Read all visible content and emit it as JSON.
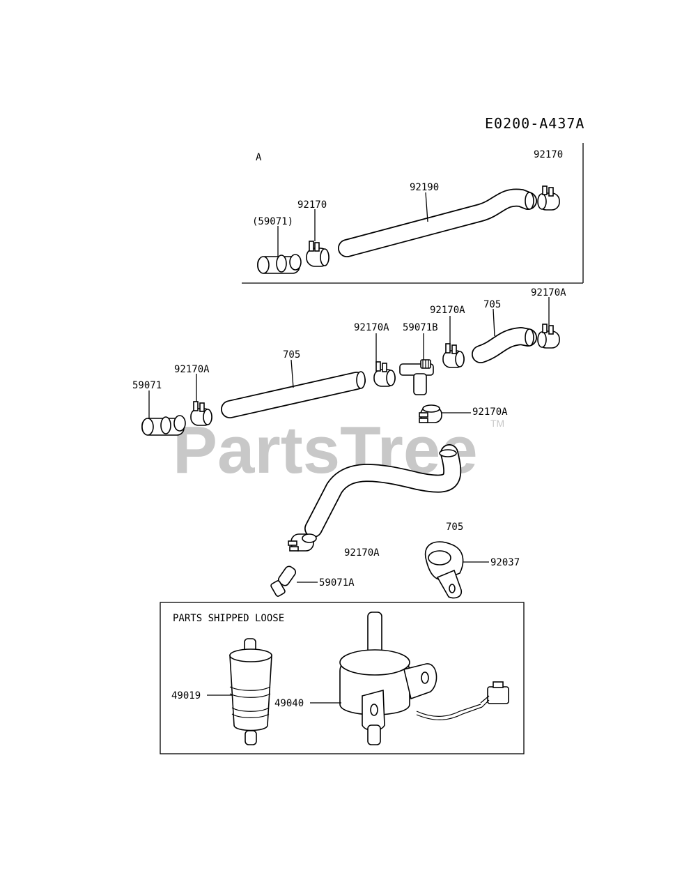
{
  "diagram": {
    "code": "E0200-A437A",
    "watermark": "PartsTree",
    "trademark": "TM",
    "section_a": {
      "label": "A",
      "parts": {
        "clamp_right": "92170",
        "hose": "92190",
        "clamp_left": "92170",
        "fitting": "(59071)"
      }
    },
    "main": {
      "clamp_top_right": "92170A",
      "hose_top_right": "705",
      "clamp_upper_mid": "92170A",
      "tee_fitting": "59071B",
      "clamp_left_mid": "92170A",
      "hose_long": "705",
      "clamp_far_left": "92170A",
      "fitting_left": "59071",
      "clamp_below_tee": "92170A",
      "clamp_bottom": "92170A",
      "fitting_bottom": "59071A",
      "clamp_label_705": "705",
      "p_clamp": "92037"
    },
    "loose_box": {
      "title": "PARTS SHIPPED LOOSE",
      "filter": "49019",
      "pump": "49040"
    }
  }
}
